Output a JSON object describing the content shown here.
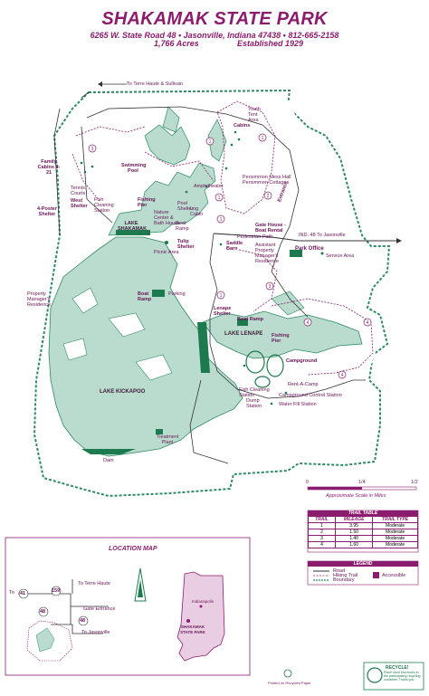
{
  "header": {
    "title": "SHAKAMAK STATE PARK",
    "address": "6265 W. State Road 48 • Jasonville, Indiana 47438 • 812-665-2158",
    "acres": "1,766 Acres",
    "established": "Established 1929"
  },
  "map_labels": {
    "terre_haute": "To Terre Haute & Sullivan",
    "cabins": "Cabins",
    "youth_tent": "Youth Tent Area",
    "family_cabins": "Family Cabins 9-21",
    "swimming_pool": "Swimming Pool",
    "tennis": "Tennis Courts",
    "west_shelter": "West Shelter",
    "fish_cleaning_1": "Fish Cleaning Station",
    "fishing_pier": "Fishing Pier",
    "amphitheater": "Amphitheater",
    "persimmon": "Persimmon Mess Hall Persimmon Cottages",
    "four_poster": "4-Poster Shelter",
    "lake_shakamak": "LAKE SHAKAMAK",
    "nature_center": "Nature Center & Bath House",
    "boat_ramp_1": "Boat Ramp",
    "log_cabin": "Log Cabin",
    "pool_shelter": "Pool Shelter",
    "gate_house": "Gate House - Boat Rental",
    "entrance": "Entrance",
    "pedestrian_path": "Pedestrian Path",
    "ind48": "IND. 48 To Jasonville",
    "park_office": "Park Office",
    "service_area": "Service Area",
    "tulip_shelter": "Tulip Shelter",
    "picnic_area": "Picnic Area",
    "saddle_barn": "Saddle Barn",
    "assistant_residence": "Assistant Property Manager's Residence",
    "property_residence": "Property Manager's Residence",
    "boat_ramp_2": "Boat Ramp",
    "parking": "Parking",
    "lenape_shelter": "Lenape Shelter",
    "boat_ramp_3": "Boat Ramp",
    "lake_lenape": "LAKE LENAPE",
    "fishing_pier_2": "Fishing Pier",
    "campground": "Campground",
    "lake_kickapoo": "LAKE KICKAPOO",
    "fish_cleaning_2": "Fish Cleaning Station",
    "rent_a_camp": "Rent-A-Camp",
    "campground_control": "Campground Control Station",
    "water_fill": "Water Fill Station",
    "dump_station": "Dump Station",
    "treatment_plant": "Treatment Plant",
    "dam": "Dam"
  },
  "scale": {
    "ticks": [
      "0",
      "1/4",
      "1/2"
    ],
    "caption": "Approximate Scale in Miles"
  },
  "trail_table": {
    "title": "TRAIL TABLE",
    "headers": [
      "TRAIL",
      "MILEAGE",
      "TRAIL TYPE"
    ],
    "rows": [
      [
        "1",
        "3.95",
        "Moderate"
      ],
      [
        "2",
        "1.50",
        "Moderate"
      ],
      [
        "3",
        "1.40",
        "Moderate"
      ],
      [
        "4",
        "1.60",
        "Moderate"
      ]
    ]
  },
  "legend": {
    "title": "LEGEND",
    "road": "Road",
    "hiking": "Hiking Trail",
    "boundary": "Boundary",
    "accessible": "Accessible"
  },
  "location_map": {
    "title": "LOCATION MAP",
    "to_terre_haute": "To Terre Haute",
    "to_left": "To",
    "route41": "41",
    "route159": "159",
    "route48a": "48",
    "route48b": "48",
    "gate_entrance": "Gate Entrance",
    "to_jasonville": "To Jasonville",
    "indianapolis": "Indianapolis",
    "shakamak_state_park": "SHAKAMAK STATE PARK"
  },
  "footer": {
    "printed": "Printed on Recycled Paper",
    "recycle_title": "RECYCLE!",
    "recycle_text": "Place used brochures in the participating recycling container. Thank you."
  },
  "colors": {
    "brand": "#8b1c6e",
    "water": "#b9dccf",
    "water_edge": "#2e8a63",
    "green": "#1d7a4e",
    "location_fill": "#e9cde3"
  }
}
